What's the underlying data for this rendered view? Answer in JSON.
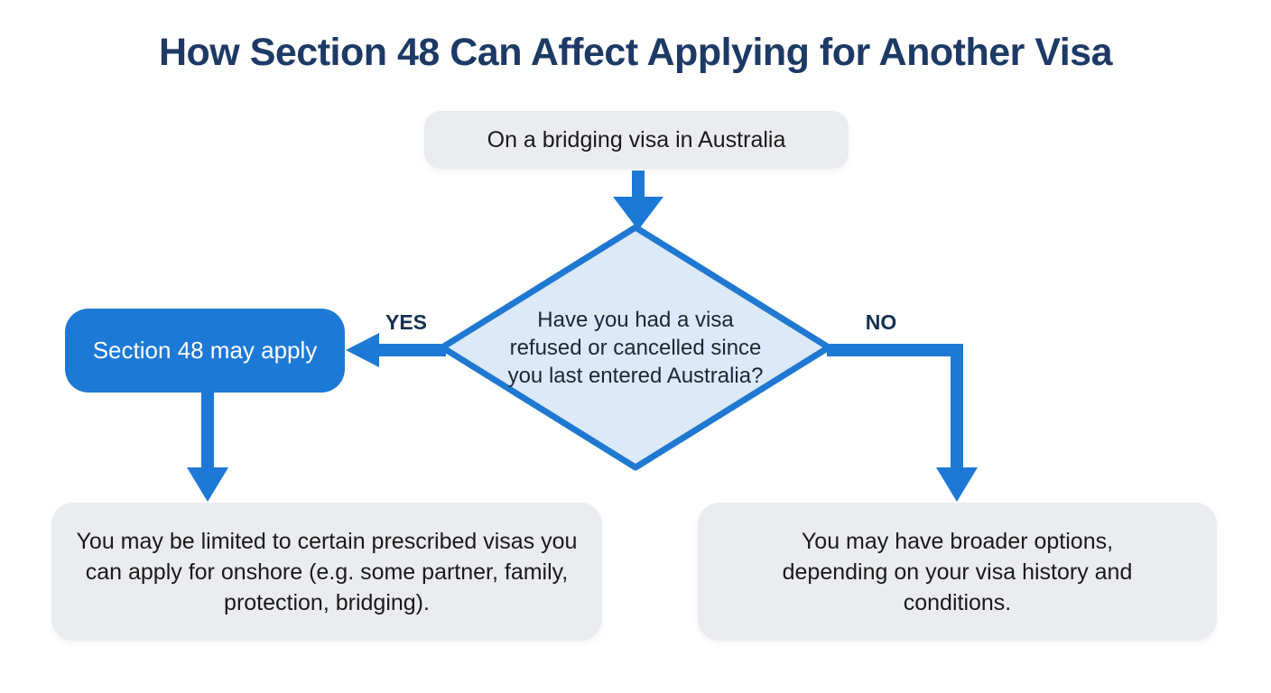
{
  "title": "How Section 48 Can Affect Applying for Another Visa",
  "flowchart": {
    "start": {
      "label": "On a bridging visa in Australia"
    },
    "decision": {
      "label": "Have you had a visa refused or cancelled since you last entered Australia?"
    },
    "yes_label": "YES",
    "no_label": "NO",
    "yes_outcome": {
      "label": "Section 48 may apply"
    },
    "yes_result": {
      "label": "You may be limited to certain prescribed visas you can apply for onshore (e.g. some partner, family, protection, bridging)."
    },
    "no_result": {
      "label": "You may have broader options, depending on your visa history and conditions."
    }
  },
  "colors": {
    "accent_blue": "#1d79d6",
    "diamond_fill": "#dce9f8",
    "diamond_border": "#1f78d1",
    "gray_box": "#eaecef",
    "title_navy": "#1d3a66",
    "label_navy": "#14304f",
    "text_dark": "#1a1a1a",
    "background": "#ffffff"
  }
}
